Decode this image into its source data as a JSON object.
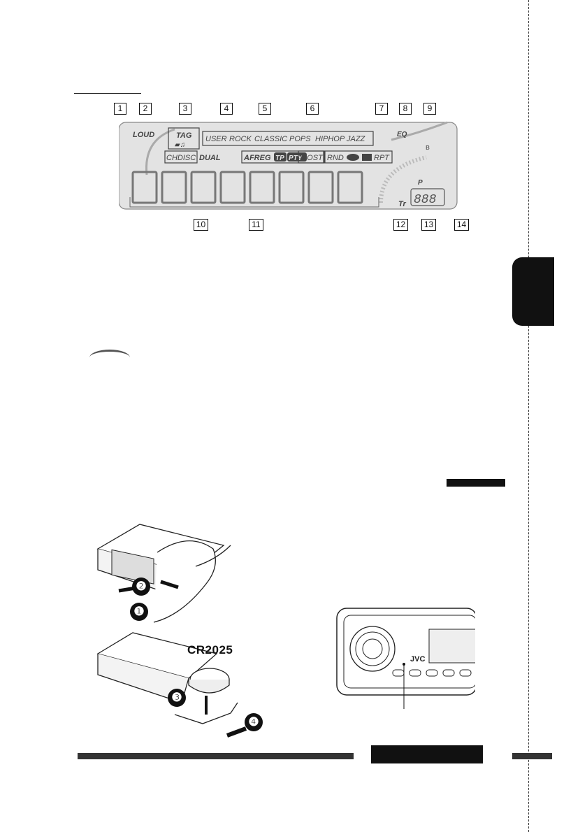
{
  "display_diagram": {
    "callouts": [
      "1",
      "2",
      "3",
      "4",
      "5",
      "6",
      "7",
      "8",
      "9",
      "10",
      "11",
      "12",
      "13",
      "14"
    ],
    "indicators": {
      "loud": "LOUD",
      "tag": "TAG",
      "eq_modes": [
        "USER",
        "ROCK",
        "CLASSIC",
        "POPS",
        "HIPHOP",
        "JAZZ"
      ],
      "eq": "EQ",
      "chdisc": "CHDISC",
      "dual": "DUAL",
      "afreg": "AFREG",
      "tp": "TP",
      "pty": "PTY",
      "most": "MOST",
      "rnd": "RND",
      "rpt": "RPT",
      "tr": "Tr",
      "p": "P",
      "track_digits": "888"
    }
  },
  "battery_figure": {
    "battery_model": "CR2025",
    "steps": [
      "❶",
      "❷",
      "❸",
      "❹"
    ]
  },
  "unit_figure": {
    "brand": "JVC"
  },
  "colors": {
    "lcd_bg": "#e3e3e3",
    "lcd_text": "#444444",
    "tab": "#111111"
  }
}
